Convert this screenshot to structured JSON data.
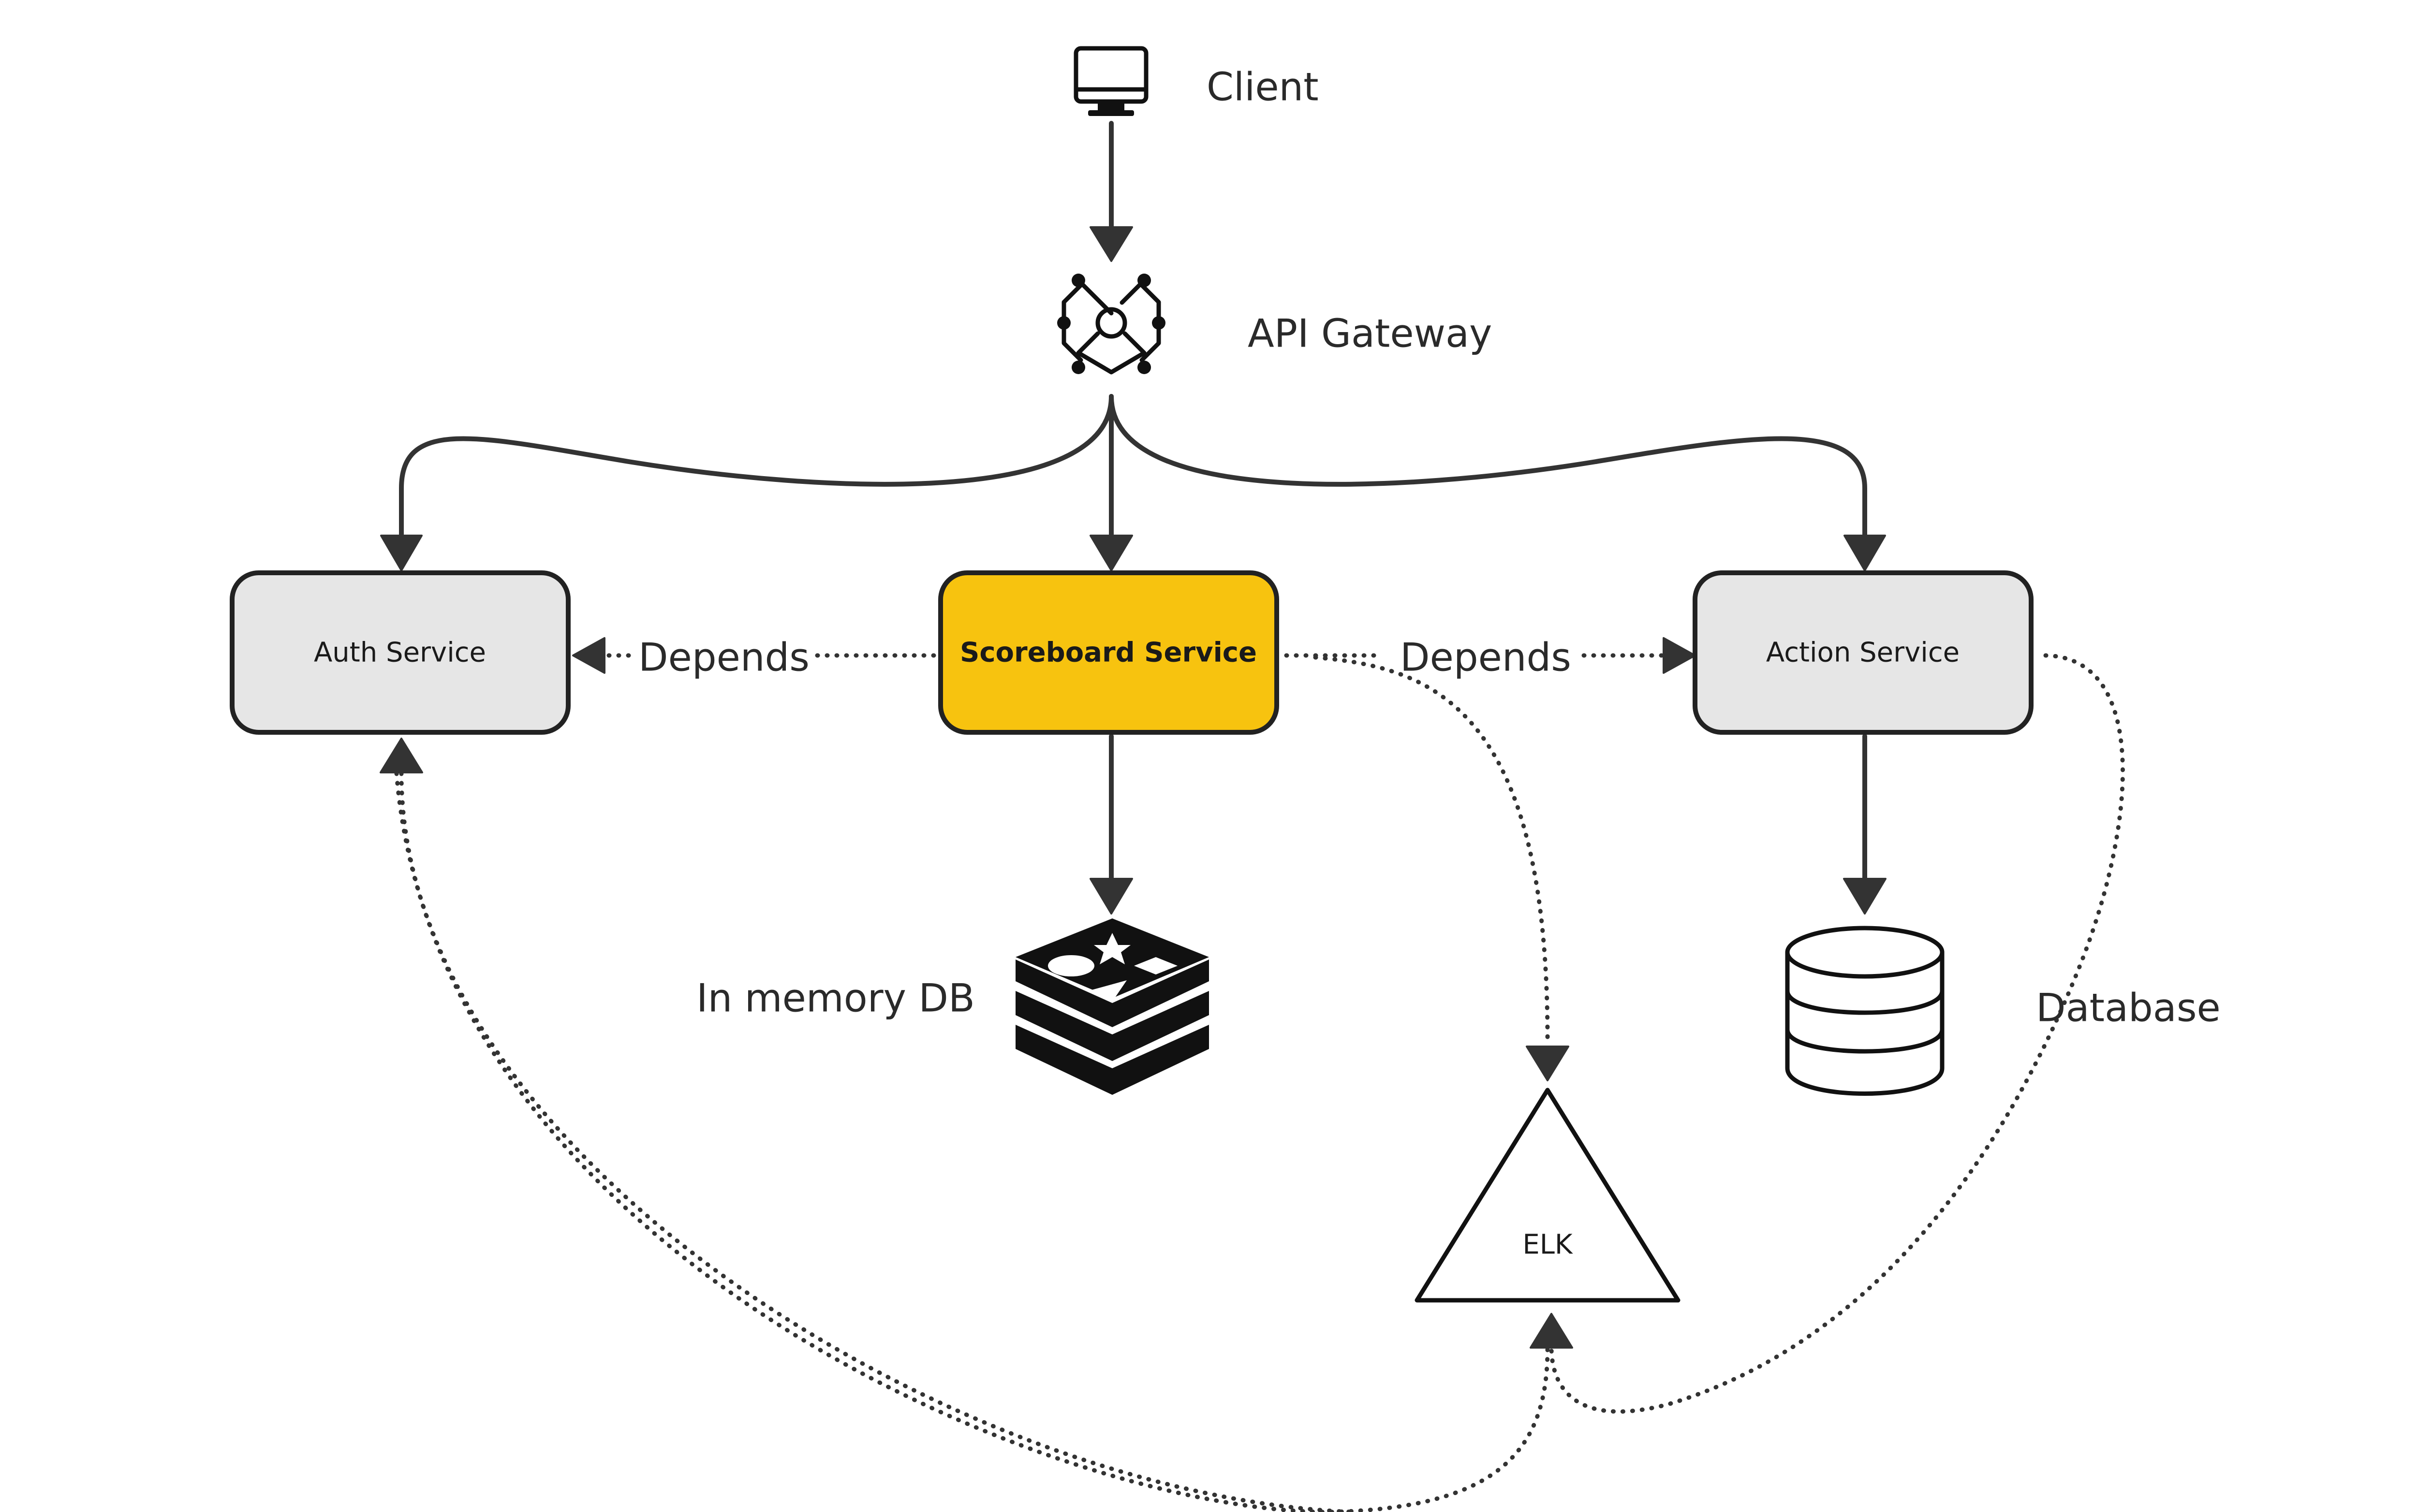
{
  "nodes": {
    "client": {
      "label": "Client",
      "icon": "monitor-icon"
    },
    "api_gateway": {
      "label": "API Gateway",
      "icon": "api-gateway-icon"
    },
    "auth_service": {
      "label": "Auth Service",
      "fill": "#e6e6e6"
    },
    "scoreboard_service": {
      "label": "Scoreboard Service",
      "fill": "#f7c30f"
    },
    "action_service": {
      "label": "Action Service",
      "fill": "#e6e6e6"
    },
    "in_memory_db": {
      "label": "In memory DB",
      "icon": "redis-icon"
    },
    "database": {
      "label": "Database",
      "icon": "database-icon"
    },
    "elk": {
      "label": "ELK",
      "icon": "triangle-icon"
    }
  },
  "edges": {
    "depends_left": {
      "label": "Depends",
      "from": "Scoreboard Service",
      "to": "Auth Service"
    },
    "depends_right": {
      "label": "Depends",
      "from": "Scoreboard Service",
      "to": "Action Service"
    }
  },
  "colors": {
    "line": "#333333",
    "accent": "#f7c30f",
    "service_fill": "#e6e6e6"
  }
}
